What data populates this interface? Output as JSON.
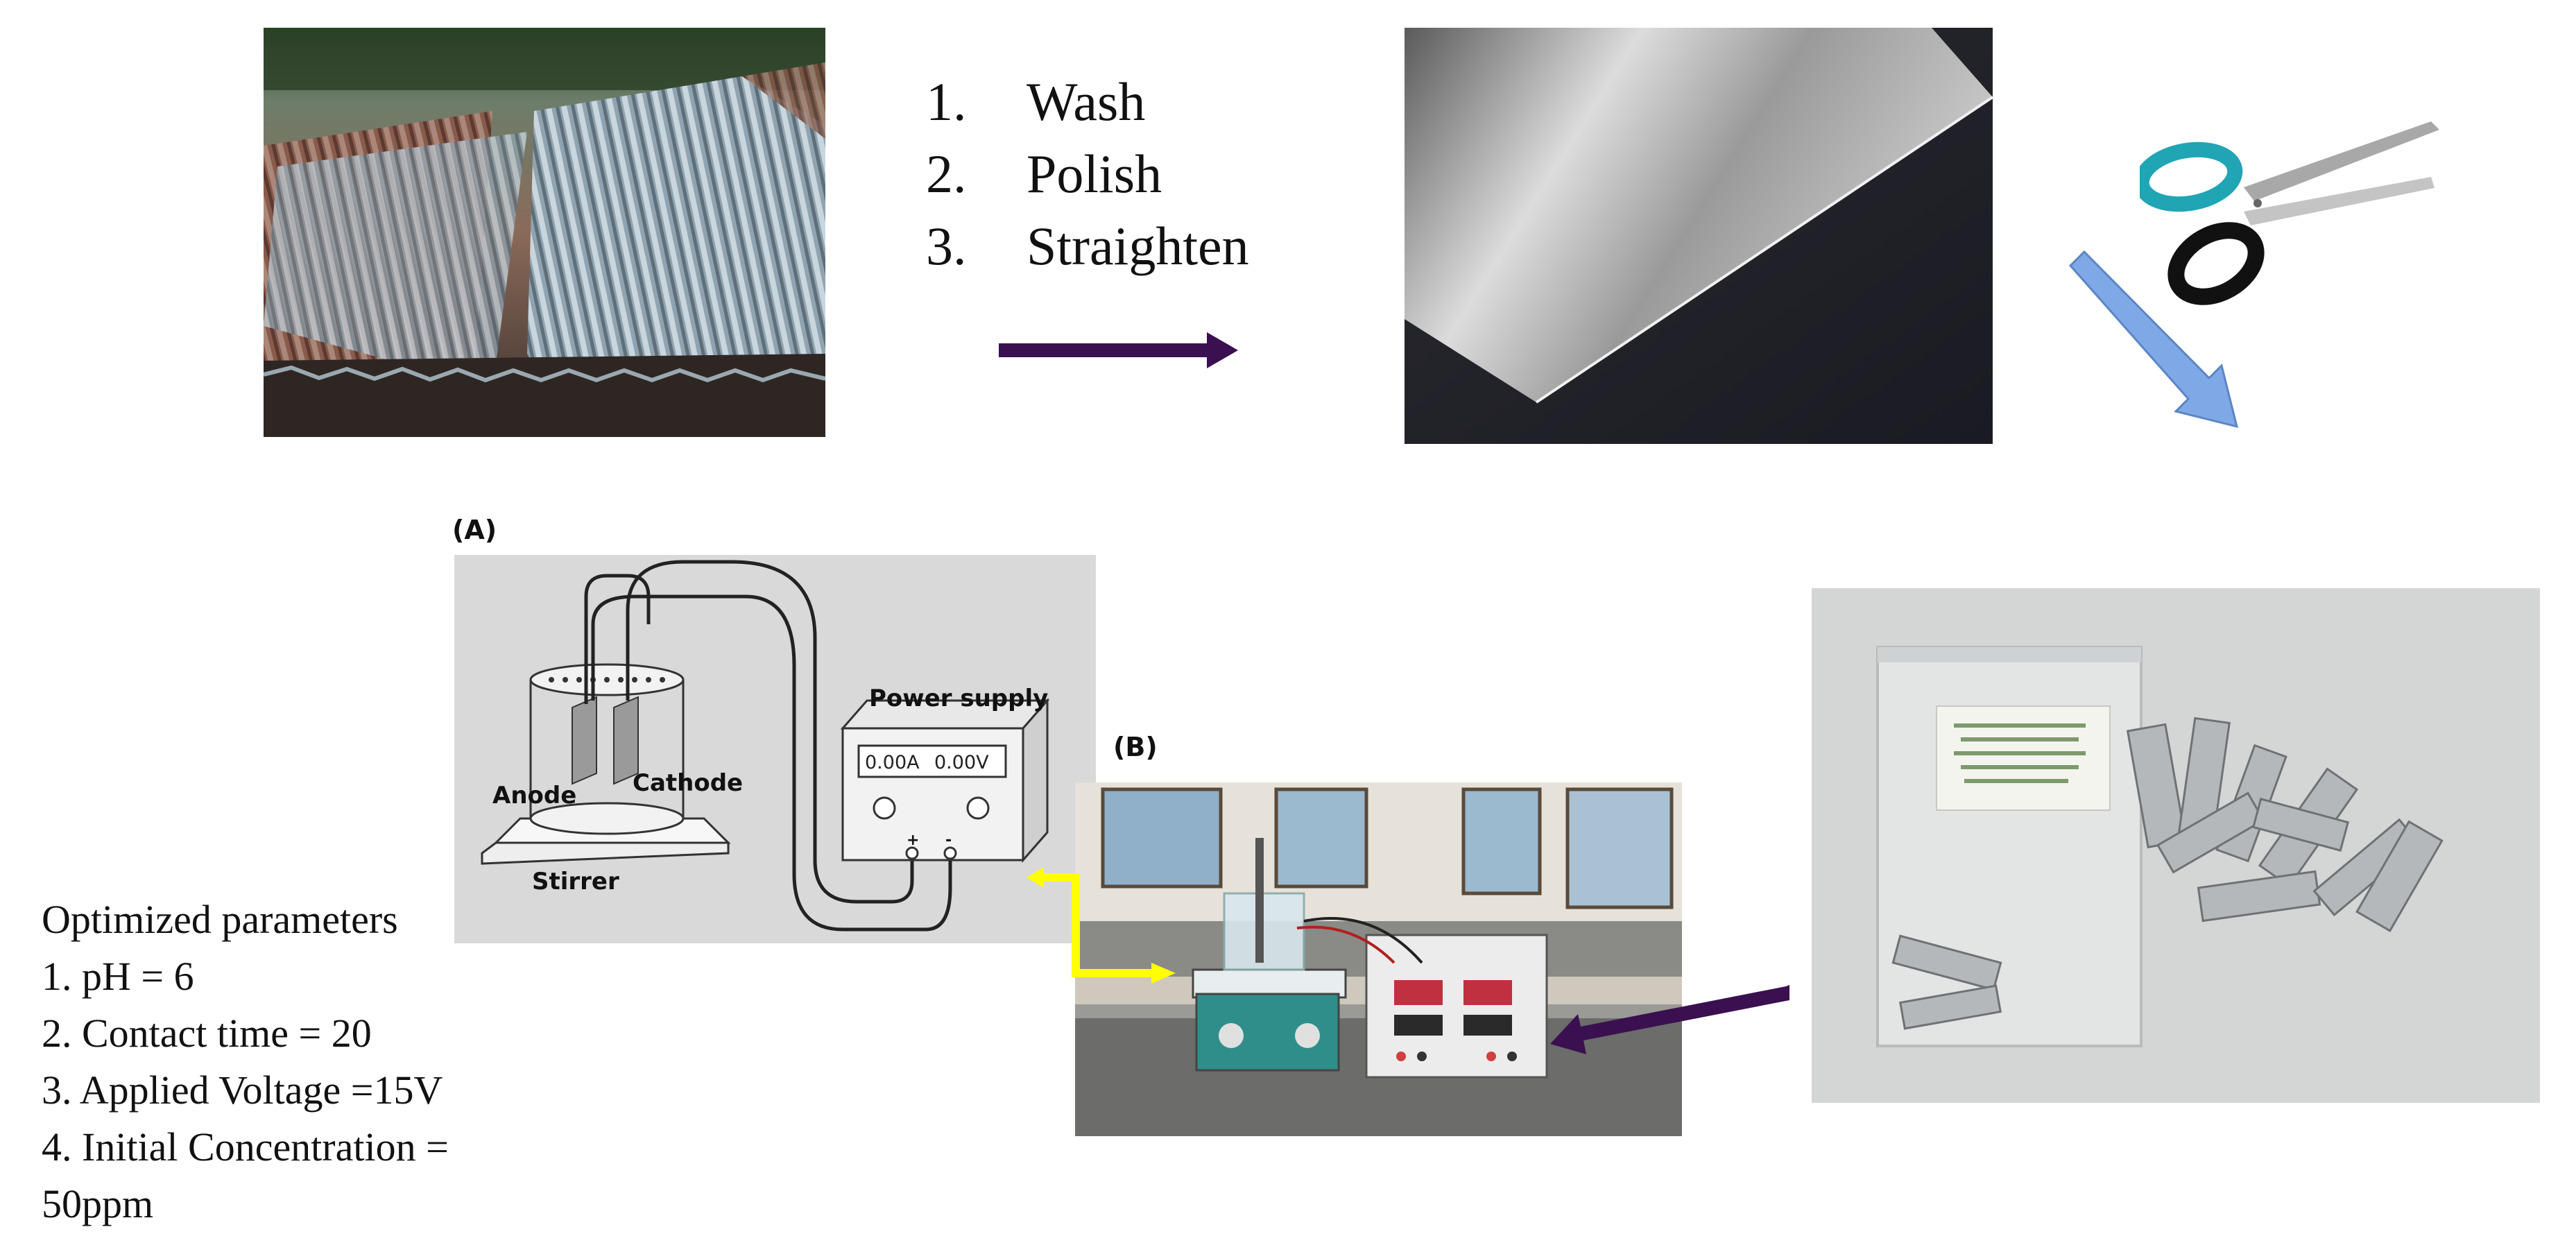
{
  "steps": [
    {
      "num": "1.",
      "text": "Wash"
    },
    {
      "num": "2.",
      "text": "Polish"
    },
    {
      "num": "3.",
      "text": "Straighten"
    }
  ],
  "parameters": {
    "title": "Optimized parameters",
    "items": [
      "1. pH = 6",
      "2. Contact time = 20",
      "3. Applied Voltage =15V",
      "4. Initial Concentration =",
      "50ppm"
    ]
  },
  "panel_a": {
    "label": "(A)",
    "power_supply": "Power supply",
    "readout_current": "0.00A",
    "readout_voltage": "0.00V",
    "plus": "+",
    "minus": "-",
    "anode": "Anode",
    "cathode": "Cathode",
    "stirrer": "Stirrer"
  },
  "panel_b": {
    "label": "(B)"
  },
  "colors": {
    "dark_arrow": "#3a1050",
    "yellow_arrow": "#ffff00",
    "blue_arrow": "#7fa8e6",
    "schematic_bg": "#d9d9d9"
  },
  "icons": [
    "scissors-icon",
    "arrow-right-icon",
    "arrow-down-right-icon",
    "arrow-left-icon"
  ]
}
